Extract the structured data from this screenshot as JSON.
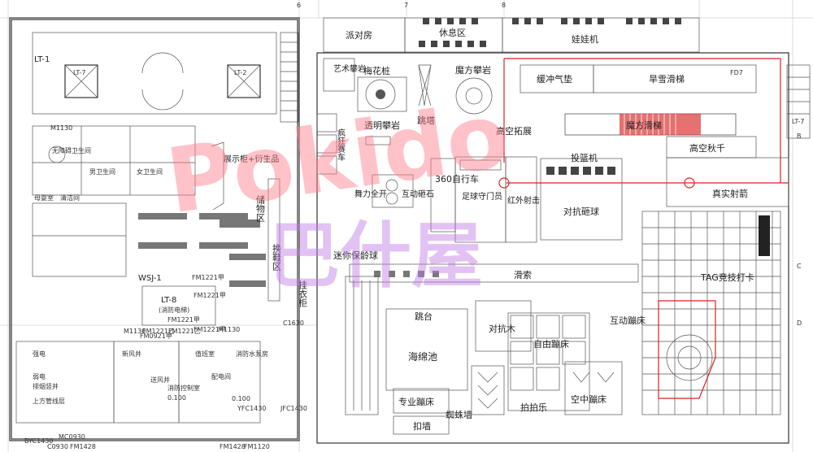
{
  "watermark": {
    "latin": "Pokido",
    "cjk": "巴什屋",
    "colors": [
      "#ff7a8a",
      "#ffbf3a",
      "#39b5ff",
      "#6ad07a",
      "#c079e6"
    ]
  },
  "left_wing": {
    "lift_1": "LT-1",
    "lift_7_small": "LT-7",
    "lift_8": "LT-8",
    "lift_8_sub": "(消防电梯)",
    "wsj": "WSJ-1",
    "door_codes": [
      "M1130",
      "FM1221甲",
      "FM1221甲",
      "FM1221甲",
      "FM1221乙",
      "FM1221乙",
      "FM0921甲",
      "M1130",
      "FM1221甲",
      "MC0930",
      "BYC1430",
      "C0930",
      "FM1428",
      "YFC1430",
      "JFC1430",
      "FM1428",
      "C1630",
      "M1130",
      "FM1120"
    ],
    "small_rooms": [
      "无障碍卫生间",
      "男卫生间",
      "女卫生间",
      "母婴室",
      "清洁间",
      "强电",
      "弱电",
      "排烟竖井",
      "新风井",
      "送风井",
      "消防控制室",
      "值班室",
      "配电间",
      "消防水泵房",
      "上方管线层"
    ],
    "numbers": [
      "0.100",
      "0.100"
    ],
    "display_counter": "展示柜+衍生品",
    "storage": "储物区",
    "shoe_change": "换鞋区",
    "coat_hang": "挂衣柜"
  },
  "grid_marks": [
    "6",
    "7",
    "8",
    "B",
    "C",
    "D"
  ],
  "zones": {
    "party_room": "派对房",
    "rest_area": "休息区",
    "claw_machine": "娃娃机",
    "art_climb": "艺术攀岩",
    "plum_piles": "梅花桩",
    "magic_climb": "魔方攀岩",
    "jump_tower": "跳塔",
    "buffer_mat": "缓冲气垫",
    "dry_snow_slide": "旱雪滑梯",
    "magic_ladder": "魔方滑梯",
    "crazy_race": "疯狂赛车",
    "clear_climb": "透明攀岩",
    "high_expand": "高空拓展",
    "high_swing": "高空秋千",
    "pitching": "投篮机",
    "real_archery": "真实射箭",
    "dance_power": "舞力全开",
    "interactive_smash": "互动砸石",
    "bike_360": "360自行车",
    "goalkeeper": "足球守门员",
    "infrared_shoot": "红外射击",
    "vs_basketball": "对抗砸球",
    "mini_bowling": "迷你保龄球",
    "zipline": "滑索",
    "tag_checkin": "TAG竞技打卡",
    "jump_board": "跳台",
    "sponge_pool": "海绵池",
    "vs_wood": "对抗木",
    "free_tramp": "自由蹦床",
    "interactive_tramp": "互动蹦床",
    "pro_tramp": "专业蹦床",
    "spider_wall": "蜘蛛墙",
    "slam_wall": "扣墙",
    "beat_it": "拍拍乐",
    "sky_tramp": "空中蹦床"
  },
  "stair_labels": [
    "LT-7",
    "LT-2"
  ]
}
